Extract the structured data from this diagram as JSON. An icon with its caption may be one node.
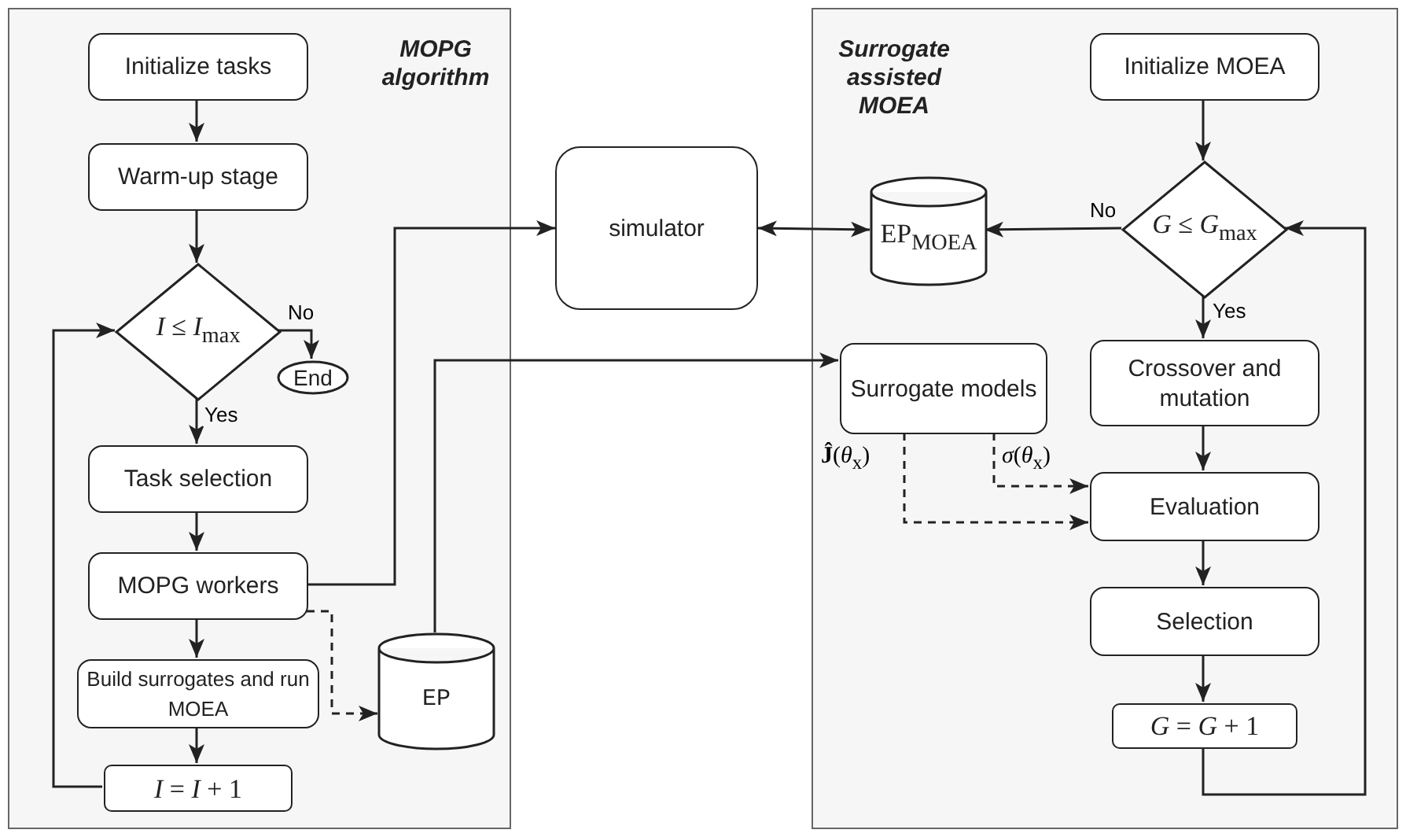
{
  "diagram": {
    "nodes": [
      {
        "text": [
          "MOPG algorithm"
        ]
      },
      {
        "text": [
          "Initialize tasks"
        ],
        "in": 0
      },
      {
        "text": [
          "Warm-up stage"
        ],
        "in": 0
      },
      {
        "text": [
          "*I* ≤ *I*$_{max}$"
        ],
        "in": 0
      },
      {
        "text": [
          "End"
        ],
        "in": 0
      },
      {
        "text": [
          "Task selection"
        ],
        "in": 0
      },
      {
        "text": [
          "MOPG workers"
        ],
        "in": 0
      },
      {
        "text": [
          "Build surrogates and run MOEA"
        ],
        "in": 0
      },
      {
        "text": [
          "*I* = *I* + 1"
        ],
        "in": 0
      },
      {
        "text": [
          "EP"
        ],
        "in": 0
      },
      {
        "text": [
          "simulator"
        ]
      },
      {
        "text": [
          "Surrogate assisted MOEA"
        ]
      },
      {
        "text": [
          "Initialize MOEA"
        ],
        "in": 11
      },
      {
        "text": [
          "EP$_{MOEA}$"
        ],
        "in": 11
      },
      {
        "text": [
          "*G* ≤ *G*$_{max}$"
        ],
        "in": 11
      },
      {
        "text": [
          "Crossover and mutation"
        ],
        "in": 11
      },
      {
        "text": [
          "Surrogate models"
        ],
        "in": 11
      },
      {
        "text": [
          "Evaluation"
        ],
        "in": 11
      },
      {
        "text": [
          "Selection"
        ],
        "in": 11
      },
      {
        "text": [
          "*G* = *G* + 1"
        ],
        "in": 11
      }
    ],
    "edges": [
      {
        "from": 1,
        "to": 2,
        "arrow": "to"
      },
      {
        "from": 2,
        "to": 3,
        "arrow": "to"
      },
      {
        "from": 3,
        "to": 4,
        "arrow": "to",
        "label": "No"
      },
      {
        "from": 3,
        "to": 5,
        "arrow": "to",
        "label": "Yes"
      },
      {
        "from": 5,
        "to": 6,
        "arrow": "to"
      },
      {
        "from": 6,
        "to": 7,
        "arrow": "to"
      },
      {
        "from": 7,
        "to": 8,
        "arrow": "to"
      },
      {
        "from": 8,
        "to": 3,
        "arrow": "to"
      },
      {
        "from": 6,
        "to": 10,
        "arrow": "to"
      },
      {
        "from": 6,
        "to": 9,
        "arrow": "to",
        "style": "dashed"
      },
      {
        "from": 9,
        "to": 16,
        "arrow": "to"
      },
      {
        "from": 10,
        "to": 13,
        "arrow": "both"
      },
      {
        "from": 14,
        "to": 13,
        "arrow": "to",
        "label": "No"
      },
      {
        "from": 14,
        "to": 15,
        "arrow": "to",
        "label": "Yes"
      },
      {
        "from": 12,
        "to": 14,
        "arrow": "to"
      },
      {
        "from": 15,
        "to": 17,
        "arrow": "to"
      },
      {
        "from": 17,
        "to": 18,
        "arrow": "to"
      },
      {
        "from": 18,
        "to": 19,
        "arrow": "to"
      },
      {
        "from": 19,
        "to": 14,
        "arrow": "to"
      },
      {
        "from": 16,
        "to": 17,
        "arrow": "to",
        "style": "dashed",
        "label": "*σ*(*θ*$_{x}$)"
      },
      {
        "from": 16,
        "to": 17,
        "arrow": "to",
        "style": "dashed",
        "label": "**Ĵ**(*θ*$_{x}$)"
      }
    ]
  }
}
